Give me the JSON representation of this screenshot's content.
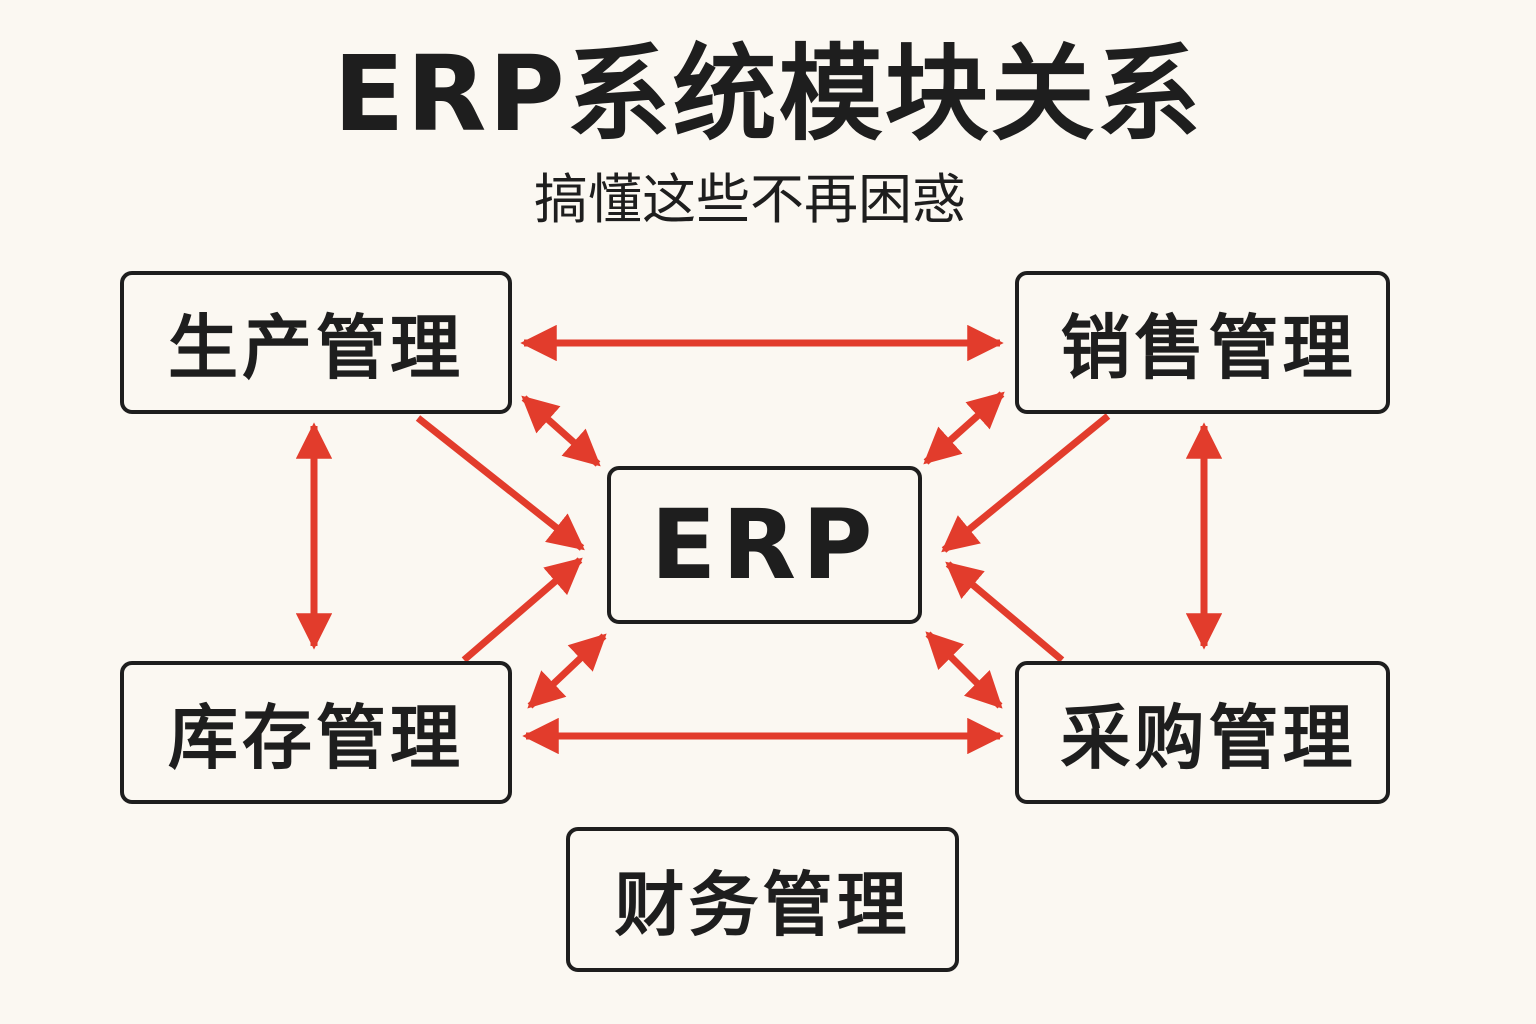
{
  "title": "ERP系统模块关系",
  "subtitle": "搞懂这些不再困惑",
  "colors": {
    "background": "#fbf8f2",
    "box_border": "#1e1e1e",
    "text": "#1e1e1e",
    "arrow": "#e23c2c"
  },
  "nodes": {
    "production": "生产管理",
    "sales": "销售管理",
    "erp": "ERP",
    "inventory": "库存管理",
    "purchase": "采购管理",
    "finance": "财务管理"
  },
  "connections": [
    {
      "from": "production",
      "to": "sales",
      "direction": "both"
    },
    {
      "from": "production",
      "to": "erp",
      "direction": "both"
    },
    {
      "from": "production",
      "to": "erp",
      "direction": "to"
    },
    {
      "from": "production",
      "to": "inventory",
      "direction": "both"
    },
    {
      "from": "sales",
      "to": "erp",
      "direction": "both"
    },
    {
      "from": "sales",
      "to": "erp",
      "direction": "to"
    },
    {
      "from": "sales",
      "to": "purchase",
      "direction": "both"
    },
    {
      "from": "inventory",
      "to": "erp",
      "direction": "to"
    },
    {
      "from": "inventory",
      "to": "erp",
      "direction": "both"
    },
    {
      "from": "inventory",
      "to": "purchase",
      "direction": "both"
    },
    {
      "from": "purchase",
      "to": "erp",
      "direction": "to"
    },
    {
      "from": "purchase",
      "to": "erp",
      "direction": "both"
    }
  ]
}
